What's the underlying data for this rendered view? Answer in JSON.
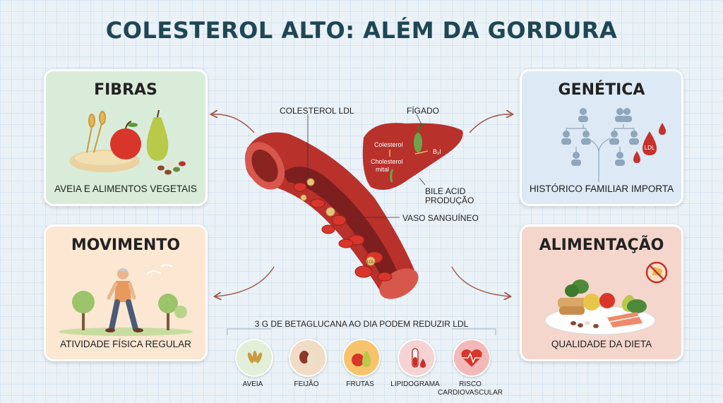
{
  "title": "COLESTEROL ALTO: ALÉM DA GORDURA",
  "cards": {
    "fibras": {
      "title": "FIBRAS",
      "caption": "AVEIA E ALIMENTOS VEGETAIS"
    },
    "genetica": {
      "title": "GENÉTICA",
      "caption": "HISTÓRICO FAMILIAR IMPORTA",
      "drop_label": "LDL"
    },
    "movimento": {
      "title": "MOVIMENTO",
      "caption": "ATIVIDADE FÍSICA REGULAR"
    },
    "alimentacao": {
      "title": "ALIMENTAÇÃO",
      "caption": "QUALIDADE DA DIETA"
    }
  },
  "center": {
    "label_ldl": "COLESTEROL LDL",
    "label_figado": "FÍGADO",
    "label_vaso": "VASO SANGUÍNEO",
    "label_bile_1": "BILE ACID",
    "label_bile_2": "PRODUÇÃO",
    "liver_text_1": "Colesterol",
    "liver_text_2": "Cholesterol",
    "liver_text_3": "mital",
    "liver_text_4": "B₂l",
    "cell_label": "LDL"
  },
  "footer": {
    "text": "3 G DE BETAGLUCANA AO DIA PODEM REDUZIR LDL",
    "icons": [
      {
        "label": "AVEIA",
        "icon": "oat-icon",
        "color": "#e3efd9"
      },
      {
        "label": "FEIJÃO",
        "icon": "bean-icon",
        "color": "#f1dcc6"
      },
      {
        "label": "FRUTAS",
        "icon": "fruit-icon",
        "color": "#f7c36a"
      },
      {
        "label": "LIPIDOGRAMA",
        "icon": "blood-tube-icon",
        "color": "#f6d3d3"
      },
      {
        "label": "RISCO",
        "label2": "CARDIOVASCULAR",
        "icon": "heart-pulse-icon",
        "color": "#f3b9b9"
      }
    ]
  },
  "colors": {
    "title": "#1f4654",
    "fibras_bg": "#d9ecd9",
    "genetica_bg": "#dde9f4",
    "movimento_bg": "#fbe7d2",
    "alimentacao_bg": "#f5d6cc",
    "vessel": "#b8312b"
  }
}
